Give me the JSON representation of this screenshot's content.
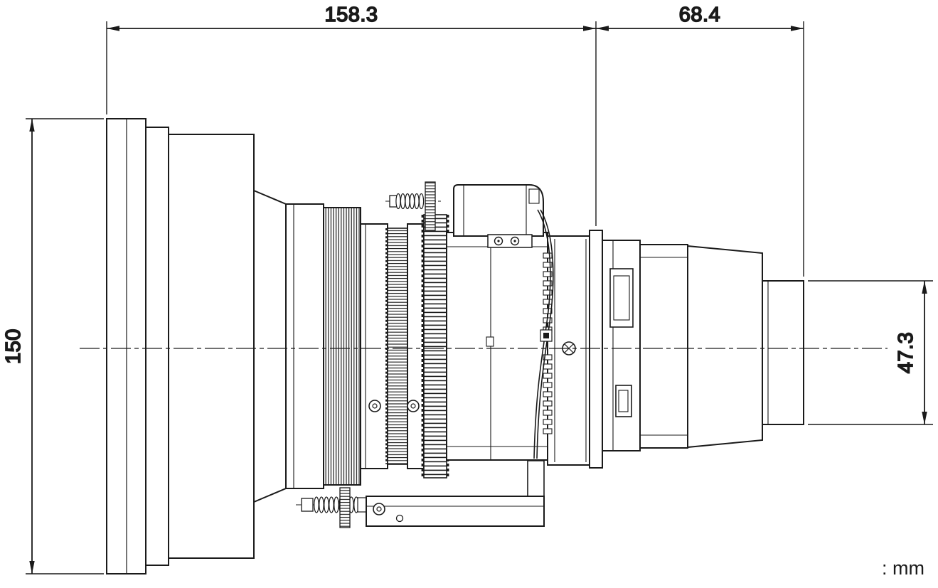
{
  "drawing": {
    "dimensions": {
      "total_length": "158.3",
      "rear_length": "68.4",
      "front_diameter": "150",
      "rear_diameter": "47.3"
    },
    "unit": ": mm"
  },
  "colors": {
    "ink": "#1a1a1a",
    "background": "#ffffff"
  }
}
